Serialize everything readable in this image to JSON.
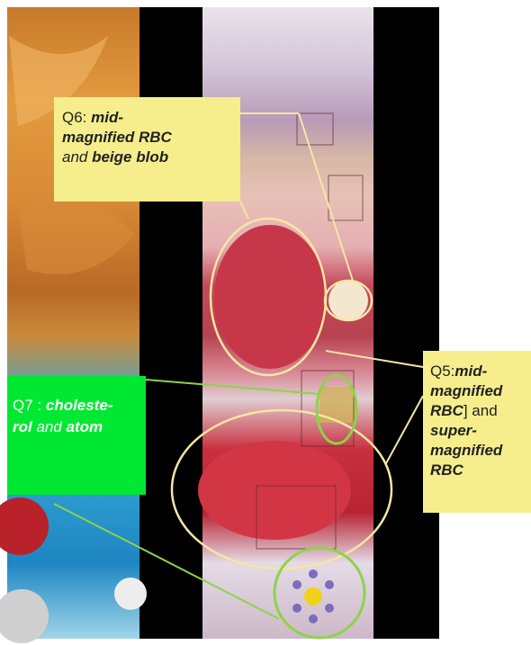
{
  "annotations": {
    "q6": {
      "prefix": "Q6: ",
      "italic1": "mid-",
      "italic2": "magnified RBC",
      "conj": "and ",
      "italic3": "beige blob"
    },
    "q5": {
      "prefix": "Q5:",
      "italic1": "mid-",
      "italic2": "magnified",
      "italic3": "RBC",
      "conj1": "] and",
      "italic4": "super-",
      "italic5": "magnified",
      "italic6": "RBC"
    },
    "q7": {
      "prefix": "Q7 : ",
      "italic1": "choleste-",
      "italic2": "rol",
      "conj": " and ",
      "italic3": "atom"
    }
  },
  "colors": {
    "yellow_box": "#f6ee8d",
    "green_box": "#00e832",
    "ellipse_yellow": "#f5e6a3",
    "ellipse_green": "#8bd44a"
  }
}
